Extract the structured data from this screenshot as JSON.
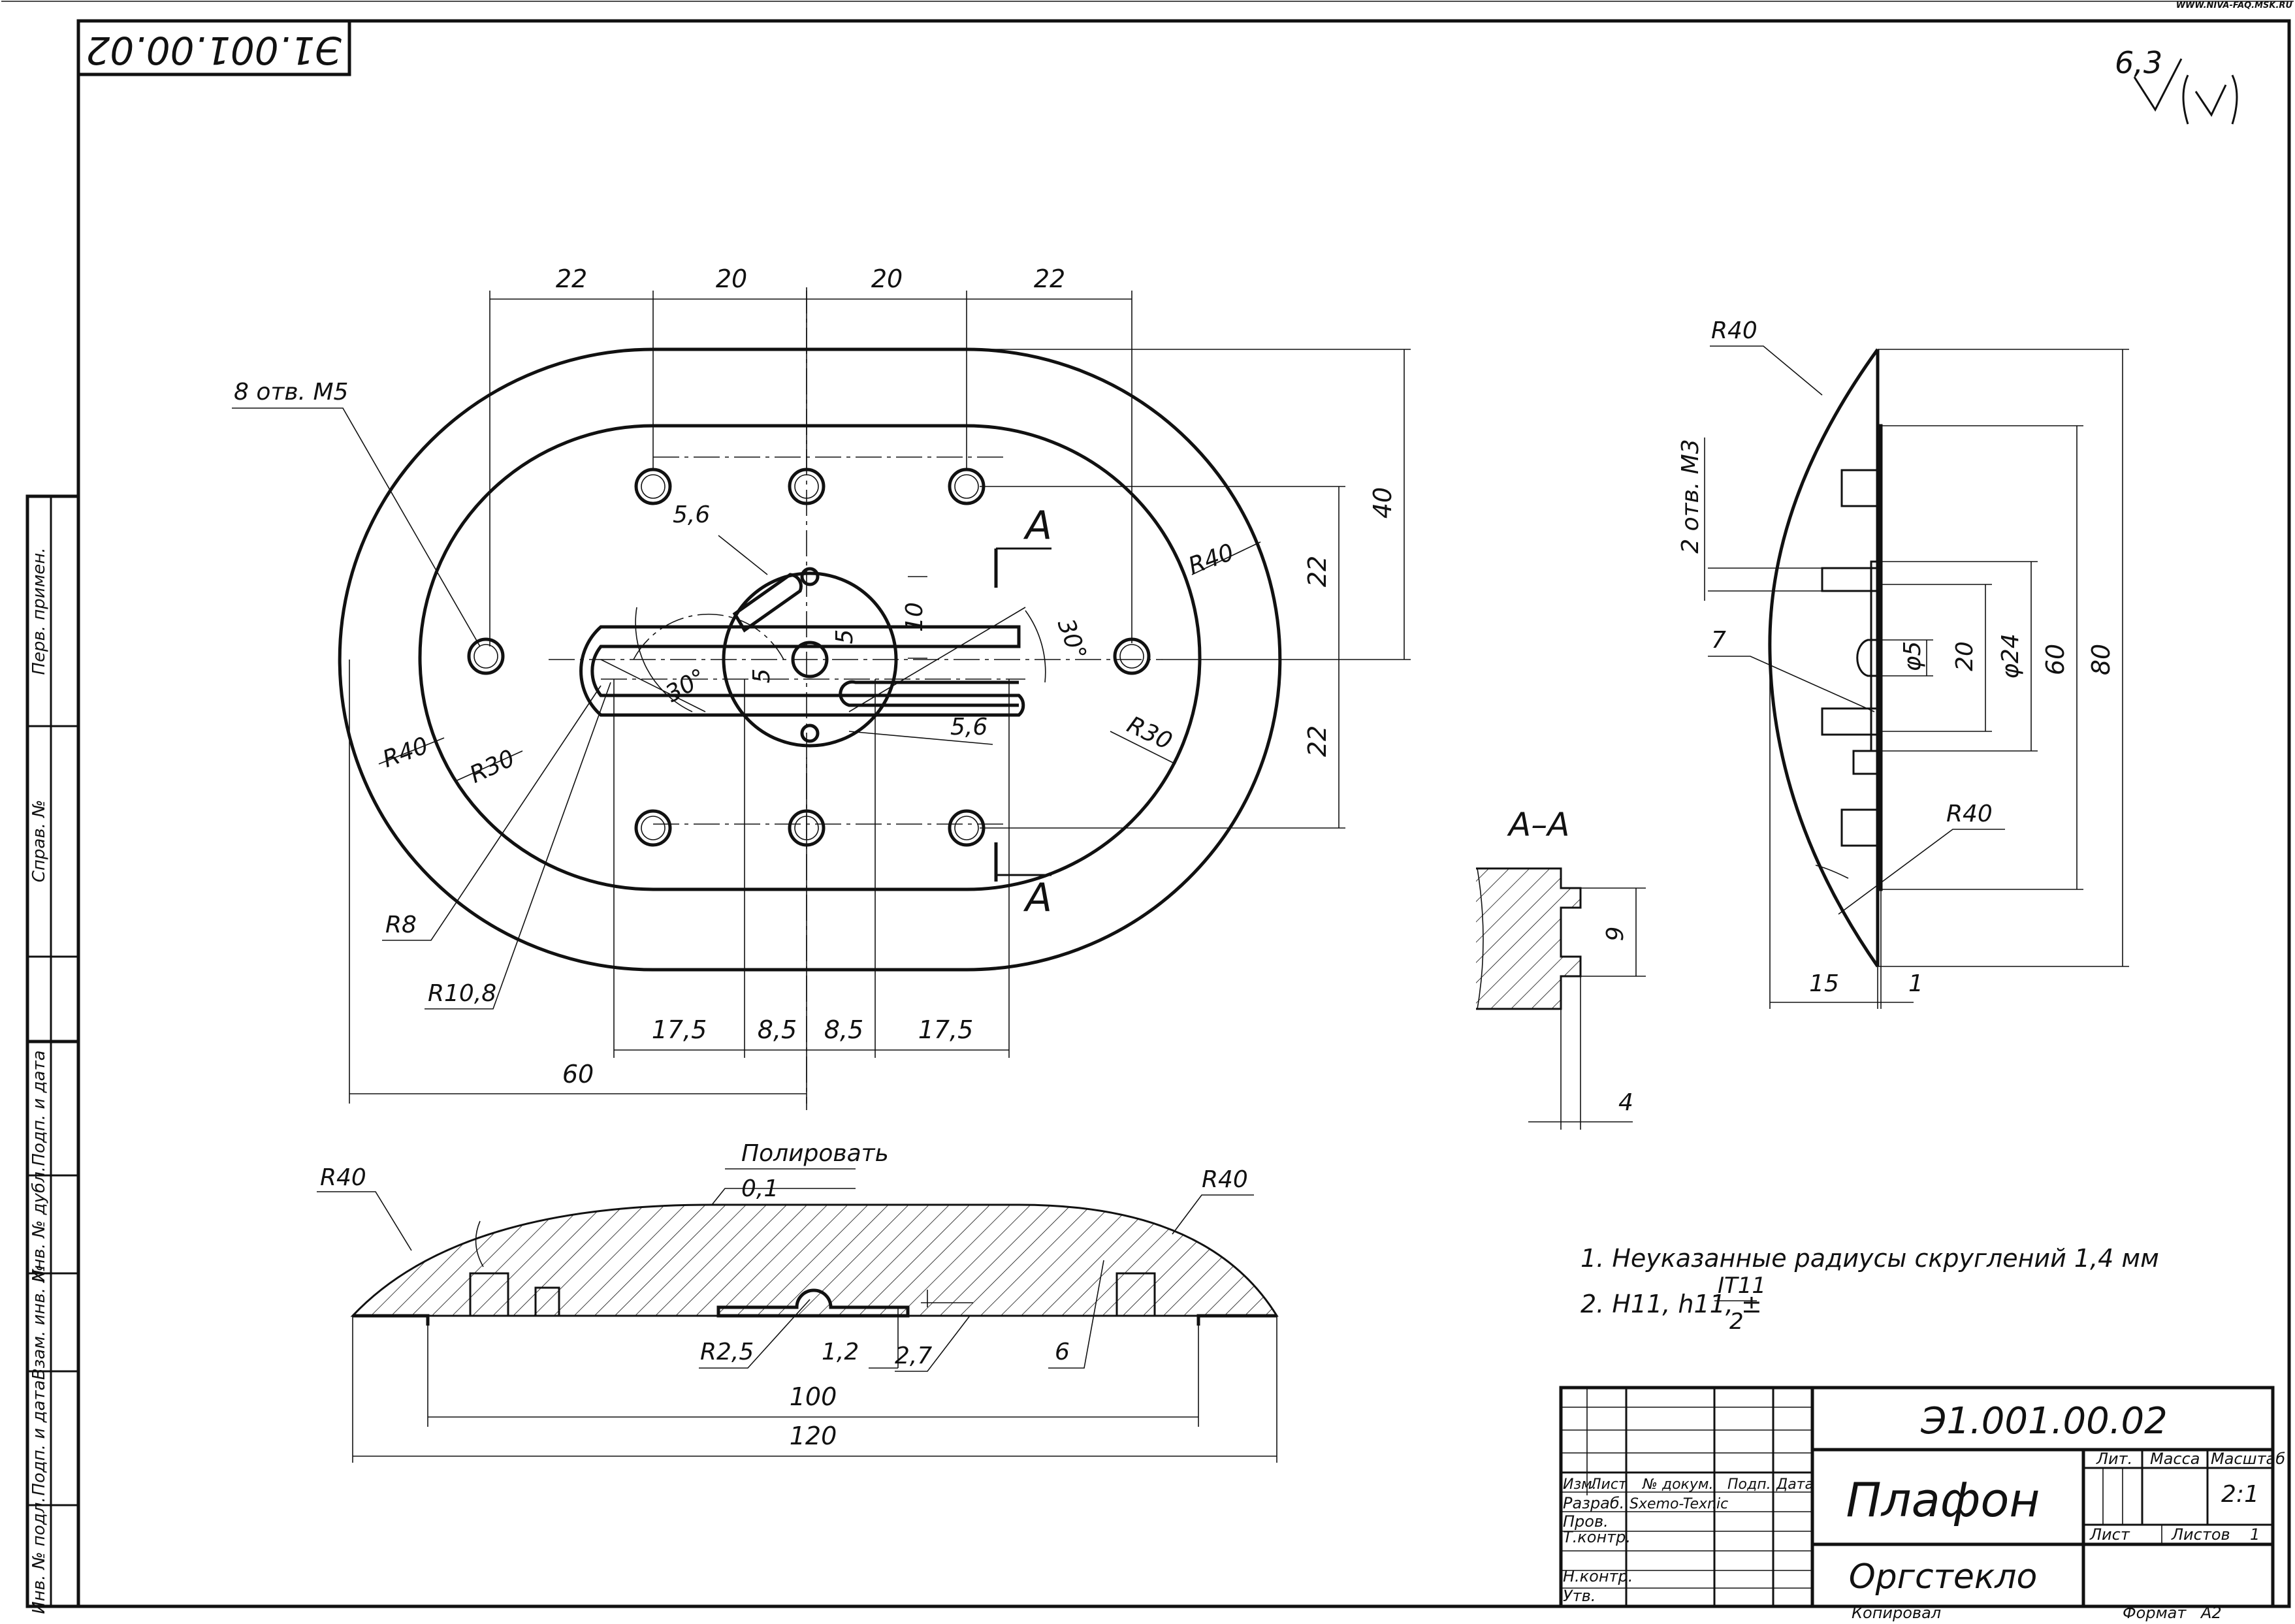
{
  "sheet": {
    "corner_stamp": "WWW.NIVA-FAQ.MSK.RU",
    "top_left_code": "Э1.001.00.02",
    "roughness": {
      "value": "6,3"
    }
  },
  "side_columns": [
    "Перв. примен.",
    "Справ. №",
    "Подп. и дата",
    "Инв. № дубл.",
    "Взам. инв. №",
    "Подп. и дата",
    "Инв. № подл."
  ],
  "plan_view": {
    "holes_label": "8 отв. M5",
    "dims_top": [
      "22",
      "20",
      "20",
      "22"
    ],
    "dims_bottom": [
      "17,5",
      "8,5",
      "8,5",
      "17,5"
    ],
    "dim_60": "60",
    "dims_right": [
      "40",
      "22",
      "22"
    ],
    "radii": [
      "R40",
      "R30",
      "R40",
      "R30",
      "R8",
      "R10,8"
    ],
    "slot_width_1": "5,6",
    "slot_width_2": "5,6",
    "dim_10": "10",
    "dim_5a": "5",
    "dim_5b": "5",
    "angle_1": "30°",
    "angle_2": "30°",
    "section_mark_top": "A",
    "section_mark_bottom": "A"
  },
  "front_view": {
    "polish": "Полировать",
    "polish_tol": "0,1",
    "radius_left": "R40",
    "radius_right": "R40",
    "r25": "R2,5",
    "d12": "1,2",
    "d27": "2,7",
    "d6": "6",
    "d100": "100",
    "d120": "120"
  },
  "section_view": {
    "title": "А–А",
    "d9": "9",
    "d4": "4"
  },
  "side_view": {
    "radius_top": "R40",
    "radius_bottom": "R40",
    "holes_label": "2 отв. M3",
    "d7": "7",
    "d_phi5": "φ5",
    "d20": "20",
    "d_phi24": "φ24",
    "d60": "60",
    "d80": "80",
    "d15": "15",
    "d1": "1"
  },
  "notes": {
    "note1": "1. Неуказанные радиусы скруглений 1,4 мм",
    "note2": "2. H11, h11, ±",
    "note2_num": "IT11",
    "note2_den": "2"
  },
  "title_block": {
    "designation": "Э1.001.00.02",
    "name": "Плафон",
    "material": "Оргстекло",
    "h_izm": "Изм.",
    "h_list": "Лист",
    "h_ndok": "№ докум.",
    "h_podp": "Подп.",
    "h_data": "Дата",
    "r_razrab": "Разраб.",
    "r_razrab_name": "Sxemo-Texnic",
    "r_prov": "Пров.",
    "r_tkontr": "Т.контр.",
    "r_nkontr": "Н.контр.",
    "r_utv": "Утв.",
    "lit": "Лит.",
    "massa": "Масса",
    "masshtab": "Масштаб",
    "scale": "2:1",
    "sheet": "Лист",
    "sheets": "Листов",
    "sheets_count": "1",
    "copied": "Копировал",
    "format": "Формат",
    "format_value": "A2"
  }
}
